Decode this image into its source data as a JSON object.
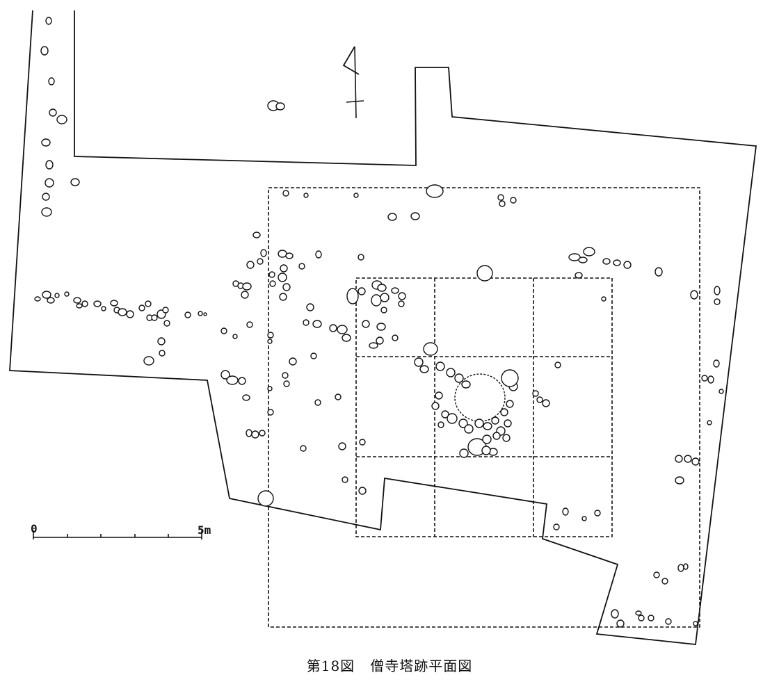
{
  "figure": {
    "number": "第18図",
    "title": "僧寺塔跡平面図"
  },
  "scale_bar": {
    "start_label": "0",
    "end_label": "5m"
  },
  "icons": {
    "north_arrow": "north-arrow-icon"
  }
}
